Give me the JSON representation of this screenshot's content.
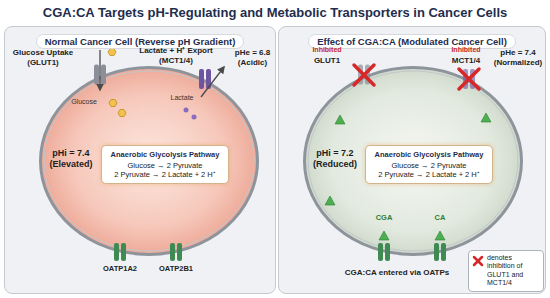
{
  "diagram": {
    "title": "CGA:CA Targets pH-Regulating and Metabolic Transporters in Cancer Cells",
    "nodes": [
      {
        "text": [
          "Normal Cancer Cell (Reverse pH Gradient)"
        ]
      },
      {
        "text": [
          "pHi = 7.4 (Elevated)"
        ],
        "in": 0
      },
      {
        "text": [
          "Anaerobic Glycolysis Pathway",
          "Glucose → 2 Pyruvate",
          "2 Pyruvate → 2 Lactate + 2 H⁺"
        ],
        "in": 1
      },
      {
        "text": [
          "Effect of CGA:CA (Modulated Cancer Cell)"
        ]
      },
      {
        "text": [
          "pHi = 7.2 (Reduced)"
        ],
        "in": 3
      },
      {
        "text": [
          "Anaerobic Glycolysis Pathway",
          "Glucose → 2 Pyruvate",
          "2 Pyruvate → 2 Lactate + 2 H⁺"
        ],
        "in": 4
      }
    ],
    "labels": [
      "Glucose Uptake (GLUT1)",
      "Lactate + H⁺ Export (MCT1/4)",
      "pHe = 6.8 (Acidic)",
      "Glucose",
      "Lactate",
      "OATP1A2",
      "OATP2B1",
      "pHe = 7.4 (Normalized)",
      "Inhibited",
      "GLUT1",
      "Inhibited",
      "MCT1/4",
      "CGA",
      "CA",
      "CGA:CA entered via OATPs"
    ],
    "legend": [
      {
        "text": "denotes inhibition of GLUT1 and MCT1/4"
      }
    ]
  }
}
